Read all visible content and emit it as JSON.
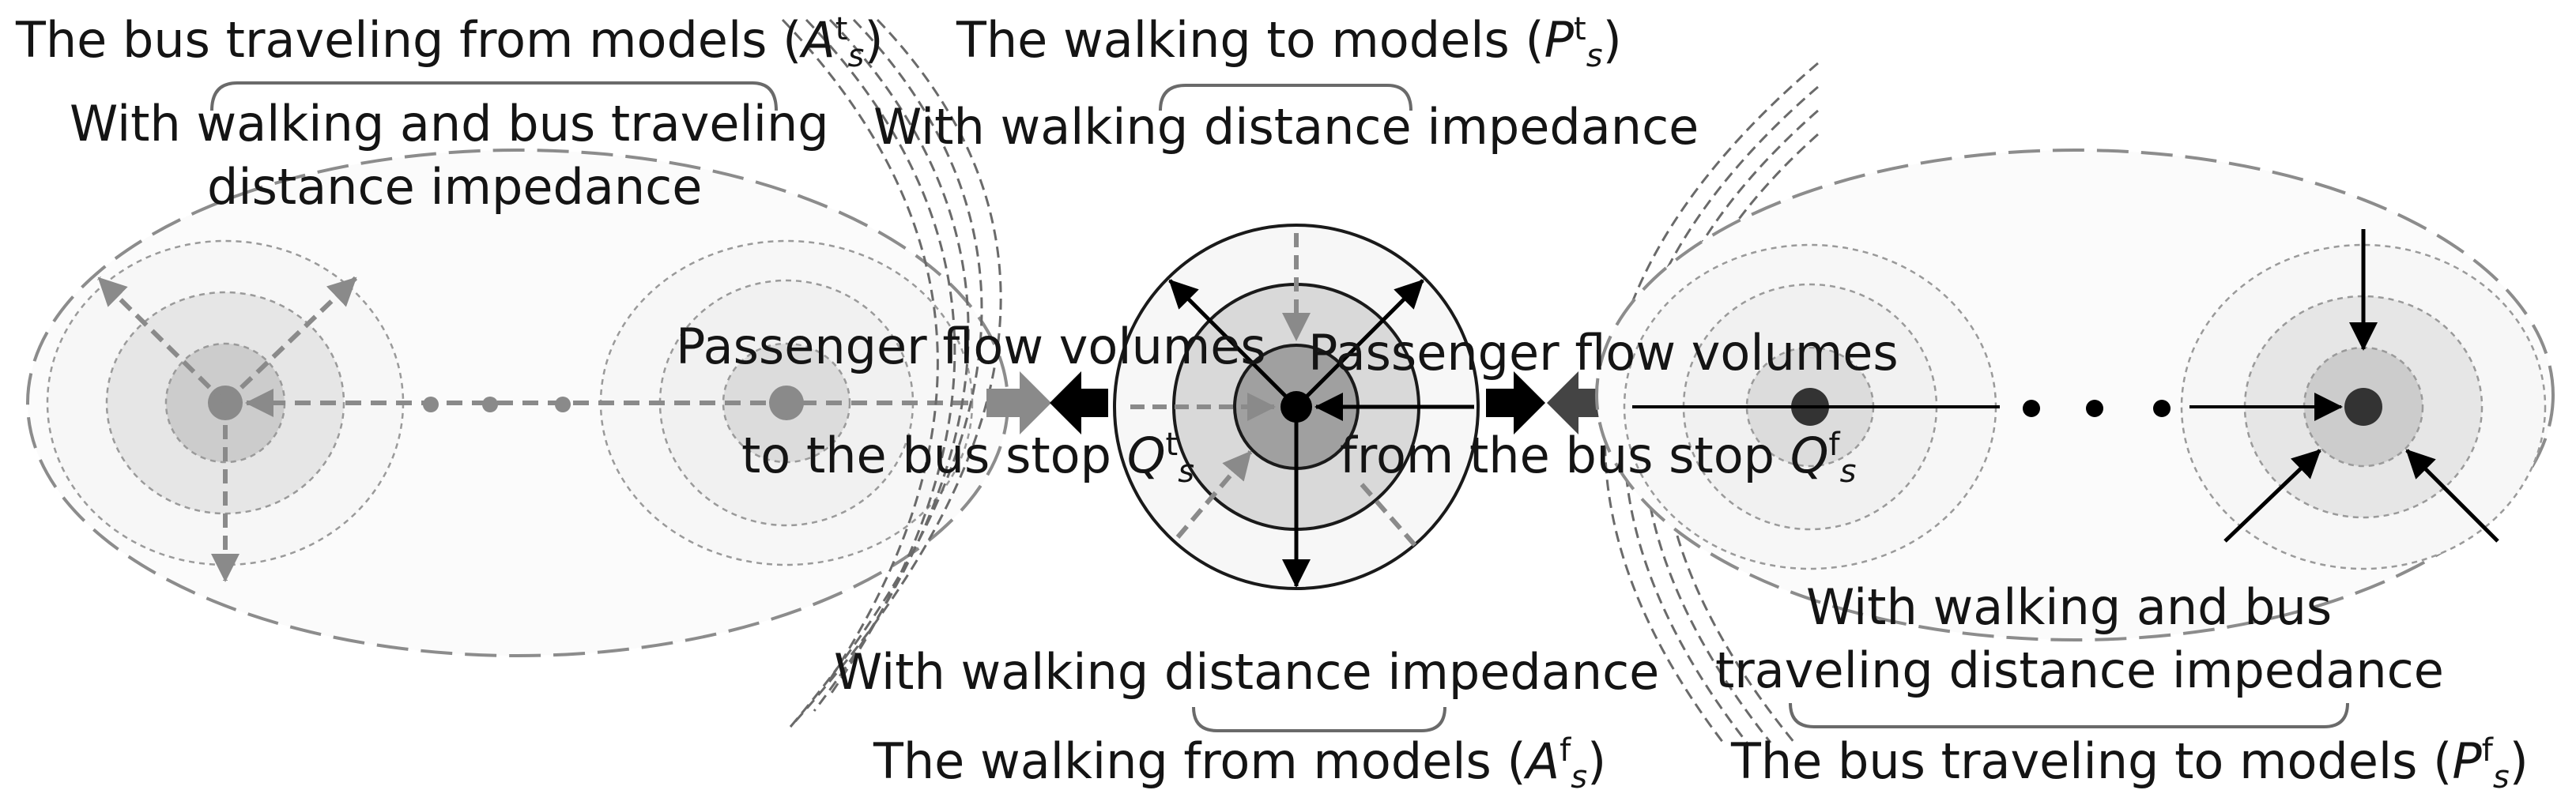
{
  "labels": {
    "top_left_model": "The bus traveling from models (",
    "top_left_symbol": "A",
    "top_left_sup": "t",
    "top_left_sub": "s",
    "top_left_close": ")",
    "top_left_impedance_1": "With walking and bus traveling",
    "top_left_impedance_2": "distance impedance",
    "top_center_model": "The walking to models (",
    "top_center_symbol": "P",
    "top_center_sup": "t",
    "top_center_sub": "s",
    "top_center_close": ")",
    "top_center_impedance": "With walking distance impedance",
    "flow_to_1": "Passenger flow volumes",
    "flow_to_2": "to the bus stop ",
    "flow_to_symbol": "Q",
    "flow_to_sup": "t",
    "flow_to_sub": "s",
    "flow_from_1": "Passenger flow volumes",
    "flow_from_2": "from the bus stop ",
    "flow_from_symbol": "Q",
    "flow_from_sup": "f",
    "flow_from_sub": "s",
    "bottom_center_impedance": "With walking distance impedance",
    "bottom_center_model": "The walking from models (",
    "bottom_center_symbol": "A",
    "bottom_center_sup": "f",
    "bottom_center_sub": "s",
    "bottom_center_close": ")",
    "bottom_right_impedance_1": "With walking and bus",
    "bottom_right_impedance_2": "traveling distance impedance",
    "bottom_right_model": "The bus traveling to models (",
    "bottom_right_symbol": "P",
    "bottom_right_sup": "f",
    "bottom_right_sub": "s",
    "bottom_right_close": ")"
  },
  "colors": {
    "outer_zone_stroke": "#8c8c8c",
    "inner_ring_stroke": "#9a9a9a",
    "zone_fill_light": "#f7f7f7",
    "zone_fill_mid": "#e6e6e6",
    "zone_fill_dark": "#cccccc",
    "node_gray": "#8a8a8a",
    "node_dark": "#333333",
    "stop_ring_mid": "#d9d9d9",
    "stop_ring_inner": "#a0a0a0",
    "arrow_gray": "#8a8a8a",
    "arrow_black": "#000000",
    "arrow_dark": "#444444"
  }
}
